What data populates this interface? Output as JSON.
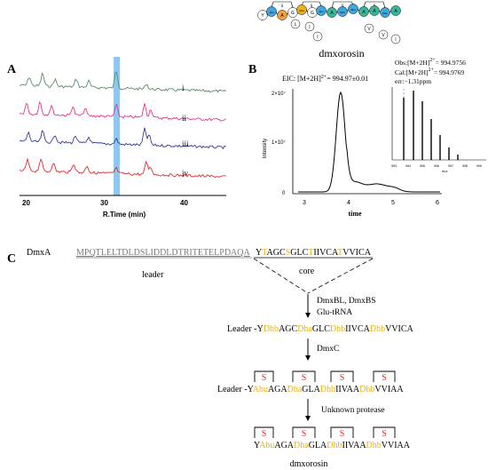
{
  "colors": {
    "teal": "#37b89b",
    "blue": "#3fa7e0",
    "orange": "#f2a23a",
    "yellow": "#e9b21a",
    "red": "#e0282e",
    "trace_green": "#5c8c6a",
    "trace_pink": "#e8338e",
    "trace_purple": "#363c94",
    "trace_red": "#e6282d",
    "highlight": "#8fc7ee"
  },
  "structure": {
    "title": "dmxorosin",
    "chain_top": [
      "Y",
      "Abu",
      "A",
      "G",
      "Dha",
      "G",
      "Abu",
      "A",
      "Dhb",
      "Abu",
      "A",
      "A",
      "Dhb",
      "A"
    ],
    "chain_bottom": [
      "L",
      "I",
      "I",
      "V",
      "V",
      "I"
    ],
    "s_label": "S"
  },
  "panel_a": {
    "label": "A",
    "xlabel": "R.Time (min)",
    "ticks": [
      "20",
      "30",
      "40"
    ],
    "trace_labels": [
      "i",
      "ii",
      "iii",
      "iv"
    ]
  },
  "panel_b": {
    "label": "B",
    "eic_label": "EIC: [M+2H]",
    "eic_sup": "2+",
    "eic_value": "= 994.97±0.01",
    "ylabel": "Intensity",
    "xlabel": "time",
    "yticks": [
      "2×10⁷",
      "1×10⁷",
      "0"
    ],
    "xticks": [
      "3",
      "4",
      "5",
      "6"
    ],
    "obs": "Obs:[M+2H]",
    "obs_sup": "2+",
    "obs_val": "= 994.9756",
    "cal": "Cal:[M+2H]",
    "cal_sup": "2+",
    "cal_val": "= 994.9769",
    "err": "err:−1.31ppm",
    "inset_ticks": [
      "993",
      "994",
      "995",
      "996",
      "997",
      "998",
      "999"
    ],
    "inset_xlabel": "m/z"
  },
  "panel_c": {
    "label": "C",
    "gene": "DmxA",
    "leader_seq": "MPQTLELTDLDSLIDDLDTRITETELPDAQA",
    "core_seq": [
      "Y",
      "T",
      "A",
      "G",
      "C",
      "S",
      "G",
      "L",
      "C",
      "T",
      "I",
      "I",
      "V",
      "C",
      "A",
      "T",
      "V",
      "V",
      "I",
      "C",
      "A"
    ],
    "leader_label": "leader",
    "core_label": "core",
    "step1": [
      "DmxBL, DmxBS",
      "Glu-tRNA"
    ],
    "step2": "DmxC",
    "step3": "Unknown protease",
    "inter1_prefix": "Leader -",
    "inter1": [
      "Y",
      "Dhb",
      "AGC",
      "Dha",
      "GLC",
      "Dhb",
      "IIVCA",
      "Dhb",
      "VVICA"
    ],
    "inter2_prefix": "Leader -",
    "inter2": [
      "Y",
      "Abu",
      "AGA",
      "Dha",
      "GLA",
      "Dhb",
      "IIVAA",
      "Dhb",
      "VVIAA"
    ],
    "final": [
      "Y",
      "Abu",
      "AGA",
      "Dha",
      "GLA",
      "Dhb",
      "IIVAA",
      "Dhb",
      "VVIAA"
    ],
    "final_label": "dmxorosin",
    "s_label": "S"
  }
}
